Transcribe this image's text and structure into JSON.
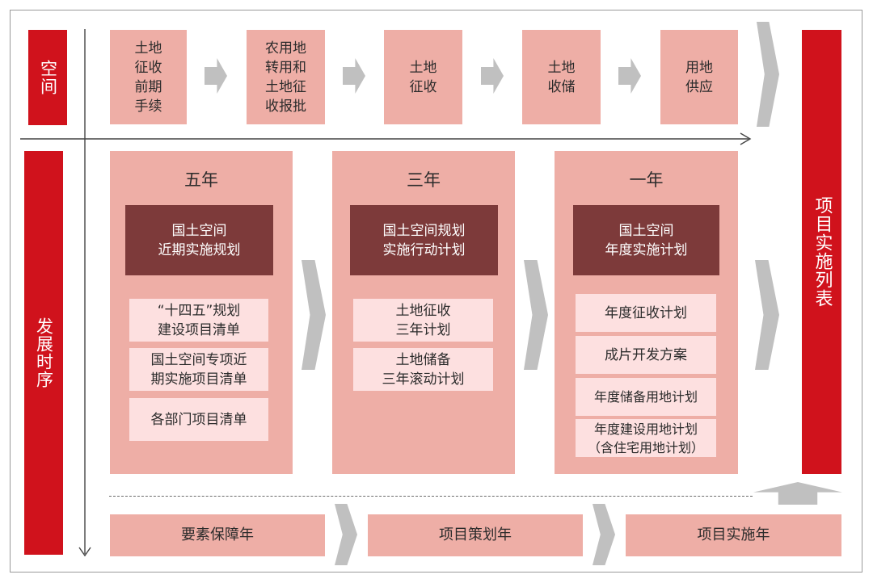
{
  "axis": {
    "space_label": "空间",
    "time_label": "发展时序"
  },
  "top_flow": [
    {
      "text": "土地\n征收\n前期\n手续"
    },
    {
      "text": "农用地\n转用和\n土地征\n收报批"
    },
    {
      "text": "土地\n征收"
    },
    {
      "text": "土地\n收储"
    },
    {
      "text": "用地\n供应"
    }
  ],
  "panels": [
    {
      "heading": "五年",
      "plan": "国土空间\n近期实施规划",
      "items": [
        "“十四五”规划\n建设项目清单",
        "国土空间专项近\n期实施项目清单",
        "各部门项目清单"
      ]
    },
    {
      "heading": "三年",
      "plan": "国土空间规划\n实施行动计划",
      "items": [
        "土地征收\n三年计划",
        "土地储备\n三年滚动计划"
      ]
    },
    {
      "heading": "一年",
      "plan": "国土空间\n年度实施计划",
      "items": [
        "年度征收计划",
        "成片开发方案",
        "年度储备用地计划",
        "年度建设用地计划\n（含住宅用地计划）"
      ]
    }
  ],
  "result_label": "项目实施列表",
  "bottom_flow": [
    {
      "text": "要素保障年"
    },
    {
      "text": "项目策划年"
    },
    {
      "text": "项目实施年"
    }
  ],
  "colors": {
    "accent_red": "#d0121c",
    "box_pink": "#eeaea6",
    "item_light": "#fde0e0",
    "plan_dark": "#7d3a3a",
    "arrow_gray": "#c0c0c0"
  }
}
